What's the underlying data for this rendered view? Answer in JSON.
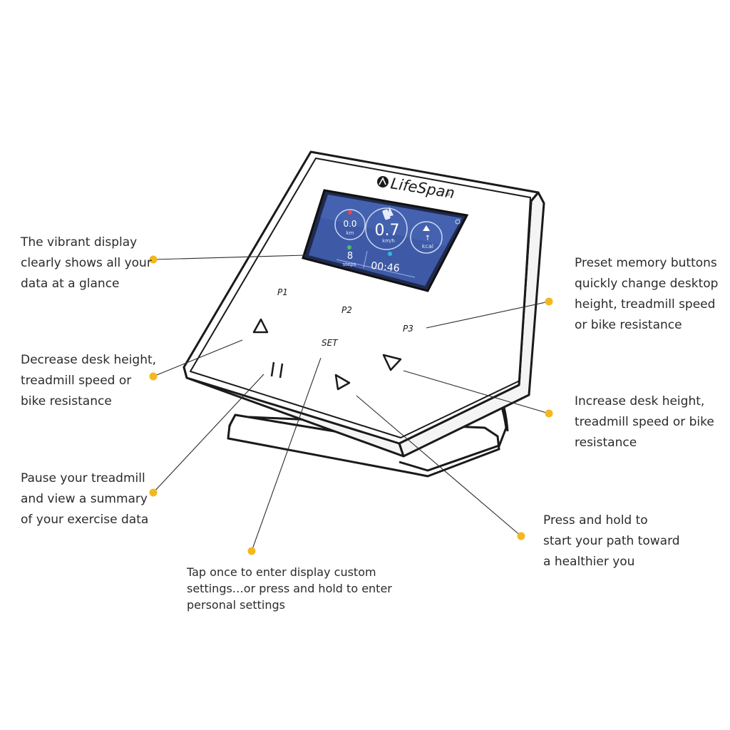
{
  "brand": {
    "logo_text": "LifeSpan",
    "registered_mark": "®"
  },
  "screen": {
    "distance_value": "0.0",
    "distance_unit": "km",
    "speed_value": "0.7",
    "speed_unit": "km/h",
    "calories_unit": "kcal",
    "steps_value": "8",
    "steps_unit": "steps",
    "time_value": "00:46"
  },
  "buttons": {
    "p1": "P1",
    "p2": "P2",
    "p3": "P3",
    "set": "SET"
  },
  "callouts": {
    "display": [
      "The vibrant display",
      "clearly shows all your",
      "data at a glance"
    ],
    "presets": [
      "Preset memory buttons",
      "quickly change desktop",
      "height, treadmill speed",
      "or bike resistance"
    ],
    "decrease": [
      "Decrease desk height,",
      "treadmill speed or",
      "bike resistance"
    ],
    "increase": [
      "Increase desk height,",
      "treadmill speed or bike",
      "resistance"
    ],
    "pause": [
      "Pause your treadmill",
      "and view a summary",
      "of your exercise data"
    ],
    "start": [
      "Press and hold to",
      "start your path toward",
      "a healthier you"
    ],
    "set": [
      "Tap once to enter display custom",
      "settings…or press and hold to enter",
      "personal settings"
    ]
  },
  "colors": {
    "dot": "#f2b81e",
    "screen_bg": "#3e5aa6",
    "outline": "#1a1a1a"
  }
}
